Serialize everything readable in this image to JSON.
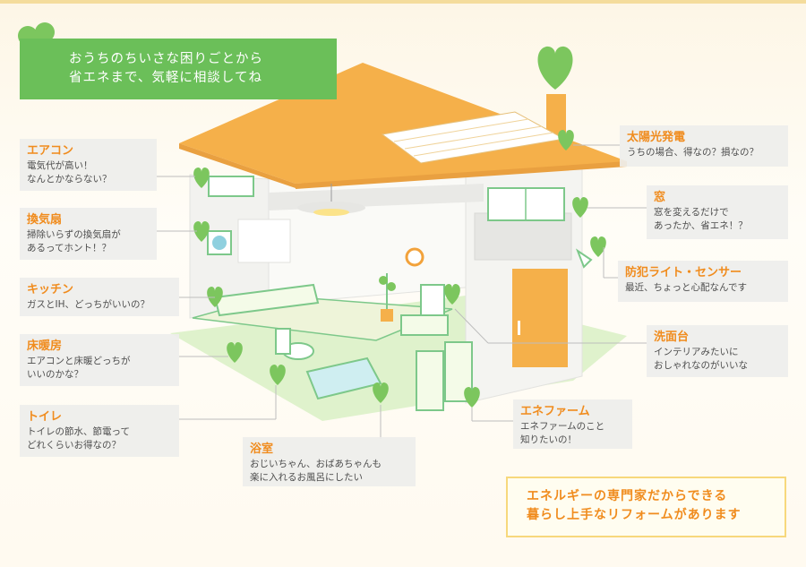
{
  "banner": {
    "line1": "おうちのちいさな困りごとから",
    "line2": "省エネまで、気軽に相談してね"
  },
  "labels": [
    {
      "id": "aircon",
      "title": "エアコン",
      "lines": [
        "電気代が高い！",
        "なんとかならない？"
      ]
    },
    {
      "id": "fan",
      "title": "換気扇",
      "lines": [
        "掃除いらずの換気扇が",
        "あるってホント！？"
      ]
    },
    {
      "id": "kitchen",
      "title": "キッチン",
      "lines": [
        "ガスとIH、どっちがいいの？"
      ]
    },
    {
      "id": "floor",
      "title": "床暖房",
      "lines": [
        "エアコンと床暖どっちが",
        "いいのかな？"
      ]
    },
    {
      "id": "toilet",
      "title": "トイレ",
      "lines": [
        "トイレの節水、節電って",
        "どれくらいお得なの？"
      ]
    },
    {
      "id": "bath",
      "title": "浴室",
      "lines": [
        "おじいちゃん、おばあちゃんも",
        "楽に入れるお風呂にしたい"
      ]
    },
    {
      "id": "enefarm",
      "title": "エネファーム",
      "lines": [
        "エネファームのこと",
        "知りたいの！"
      ]
    },
    {
      "id": "solar",
      "title": "太陽光発電",
      "lines": [
        "うちの場合、得なの？損なの？"
      ]
    },
    {
      "id": "window",
      "title": "窓",
      "lines": [
        "窓を変えるだけで",
        "あったか、省エネ！？"
      ]
    },
    {
      "id": "light",
      "title": "防犯ライト・センサー",
      "lines": [
        "最近、ちょっと心配なんです"
      ]
    },
    {
      "id": "sink",
      "title": "洗面台",
      "lines": [
        "インテリアみたいに",
        "おしゃれなのがいいな"
      ]
    }
  ],
  "cta": {
    "line1": "エネルギーの専門家だからできる",
    "line2": "暮らし上手なリフォームがあります"
  },
  "colors": {
    "roof": "#f5b04a",
    "heart": "#7cc65e",
    "banner": "#6bbf59",
    "accent": "#f08c1e",
    "door": "#f5b04a"
  }
}
